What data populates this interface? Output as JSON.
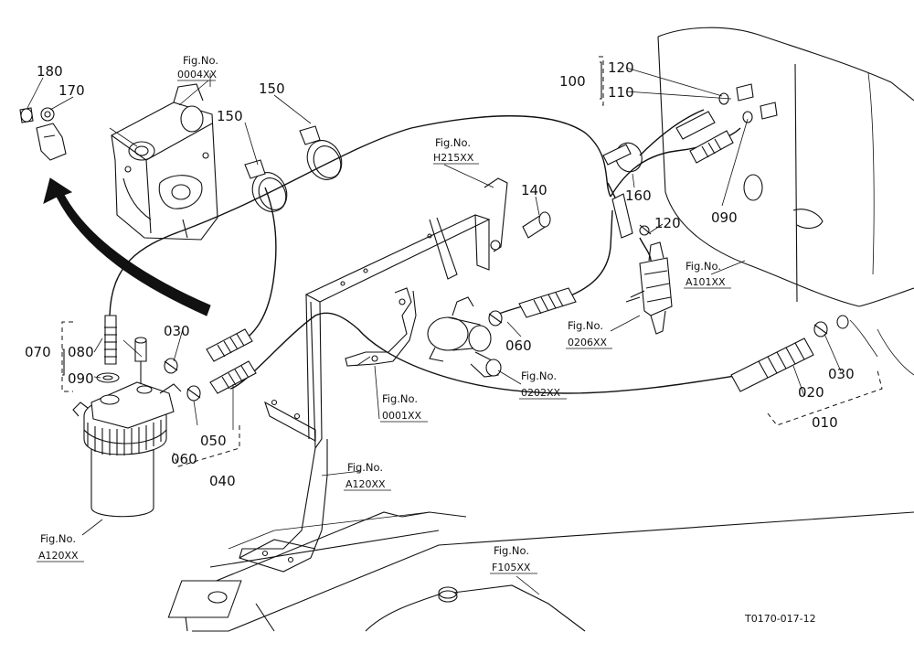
{
  "parts": {
    "p180": "180",
    "p170": "170",
    "p150a": "150",
    "p150b": "150",
    "p120a": "120",
    "p110": "110",
    "p100": "100",
    "p140": "140",
    "p160": "160",
    "p090a": "090",
    "p120b": "120",
    "p030a": "030",
    "p080": "080",
    "p070": "070",
    "p090b": "090",
    "p060a": "060",
    "p060b": "060",
    "p050": "050",
    "p040": "040",
    "p020": "020",
    "p030b": "030",
    "p010": "010"
  },
  "figrefs": {
    "fig_label": "Fig.No.",
    "f0004": "0004XX",
    "fH215": "H215XX",
    "fA101": "A101XX",
    "f0206": "0206XX",
    "f0202": "0202XX",
    "f0001": "0001XX",
    "fA120a": "A120XX",
    "fA120b": "A120XX",
    "fF105": "F105XX"
  },
  "drawing_code": "T0170-017-12"
}
